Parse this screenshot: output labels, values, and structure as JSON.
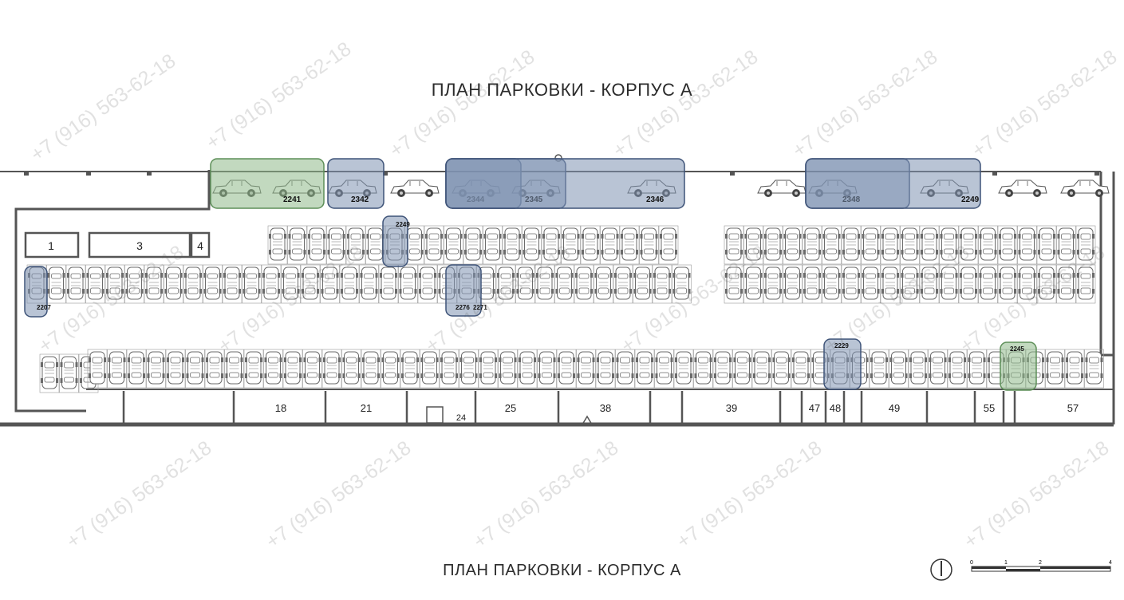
{
  "title_top": "ПЛАН ПАРКОВКИ - КОРПУС А",
  "title_bottom": "ПЛАН ПАРКОВКИ - КОРПУС А",
  "watermark_text": "+7 (916) 563-62-18",
  "colors": {
    "wall": "#555555",
    "available_blue": "#7f93b3",
    "available_green": "#8fb98a",
    "car_line": "#6b6b6b"
  },
  "storage_rooms": [
    "1",
    "3",
    "4",
    "18",
    "21",
    "24",
    "25",
    "38",
    "39",
    "47",
    "48",
    "49",
    "55",
    "57"
  ],
  "highlighted_spots": [
    {
      "label": "2241",
      "color": "green"
    },
    {
      "label": "2342",
      "color": "blue"
    },
    {
      "label": "2344",
      "color": "blue"
    },
    {
      "label": "2345",
      "color": "blue"
    },
    {
      "label": "2346",
      "color": "blue"
    },
    {
      "label": "2348",
      "color": "blue"
    },
    {
      "label": "2249",
      "color": "blue"
    },
    {
      "label": "2207",
      "color": "blue"
    },
    {
      "label": "2249",
      "color": "blue"
    },
    {
      "label": "2276",
      "color": "blue"
    },
    {
      "label": "2271",
      "color": "blue"
    },
    {
      "label": "2229",
      "color": "blue"
    },
    {
      "label": "2245",
      "color": "green"
    }
  ],
  "scale_bar": {
    "ticks": [
      "0",
      "1",
      "2",
      "4"
    ]
  }
}
